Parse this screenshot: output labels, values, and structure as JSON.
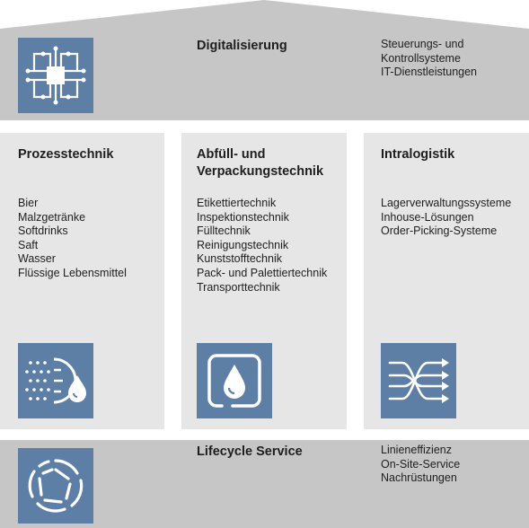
{
  "digitalisierung": {
    "title": "Digitalisierung",
    "items": [
      "Steuerungs- und",
      "Kontrollsysteme",
      "IT-Dienstleistungen"
    ],
    "icon": "circuit-chip-icon"
  },
  "pillars": [
    {
      "title_lines": [
        "Prozesstechnik"
      ],
      "items": [
        "Bier",
        "Malzgetränke",
        "Softdrinks",
        "Saft",
        "Wasser",
        "Flüssige Lebensmittel"
      ],
      "icon": "liquid-process-icon"
    },
    {
      "title_lines": [
        "Abfüll- und",
        "Verpackungstechnik"
      ],
      "items": [
        "Etikettiertechnik",
        "Inspektionstechnik",
        "Fülltechnik",
        "Reinigungstechnik",
        "Kunststofftechnik",
        "Pack- und Palettiertechnik",
        "Transporttechnik"
      ],
      "icon": "container-drop-icon"
    },
    {
      "title_lines": [
        "Intralogistik"
      ],
      "items": [
        "Lagerverwaltungssysteme",
        "Inhouse-Lösungen",
        "Order-Picking-Systeme"
      ],
      "icon": "crossing-arrows-icon"
    }
  ],
  "lifecycle": {
    "title": "Lifecycle Service",
    "items": [
      "Linieneffizienz",
      "On-Site-Service",
      "Nachrüstungen"
    ],
    "icon": "aperture-icon"
  },
  "colors": {
    "roof": "#c6c6c6",
    "pillar": "#e6e6e6",
    "base": "#c6c6c6",
    "icon_bg": "#5d7ea5",
    "icon_fg": "#ffffff"
  }
}
